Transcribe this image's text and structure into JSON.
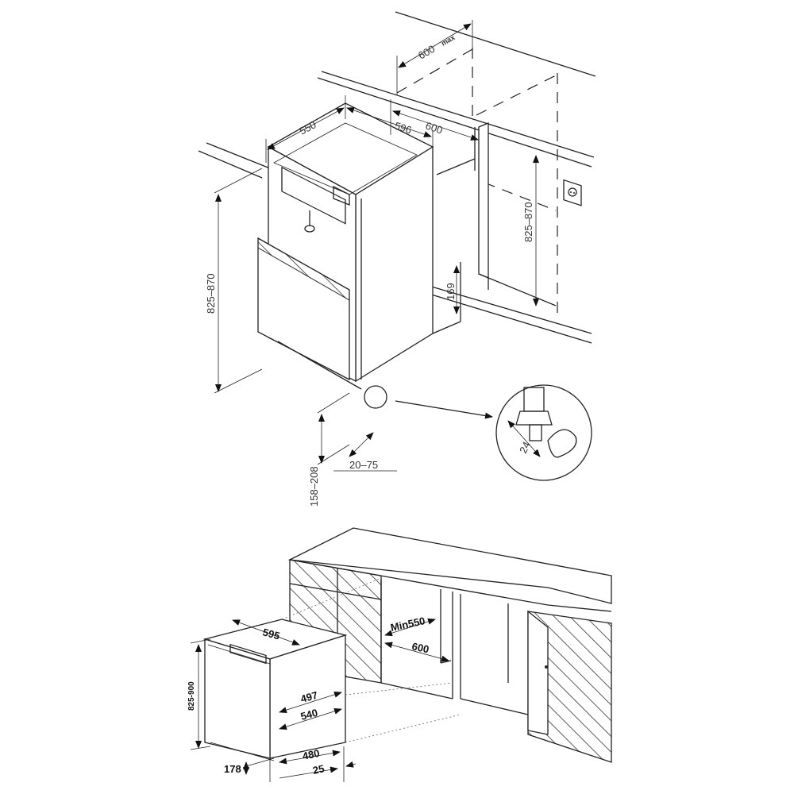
{
  "top_drawing": {
    "dims": {
      "depth_max": "600",
      "max_suffix": "max",
      "appliance_depth": "550",
      "appliance_width": "596",
      "niche_width": "600",
      "height_left": "825–870",
      "height_right": "825–870",
      "plinth": "169",
      "foot_height": "158–208",
      "foot_adjust": "20–75",
      "wrench": "24"
    }
  },
  "bottom_drawing": {
    "dims": {
      "width": "595",
      "min_depth": "Min550",
      "niche_depth": "600",
      "d497": "497",
      "d540": "540",
      "d480": "480",
      "d25": "25",
      "d178": "178",
      "height": "825-900"
    }
  }
}
